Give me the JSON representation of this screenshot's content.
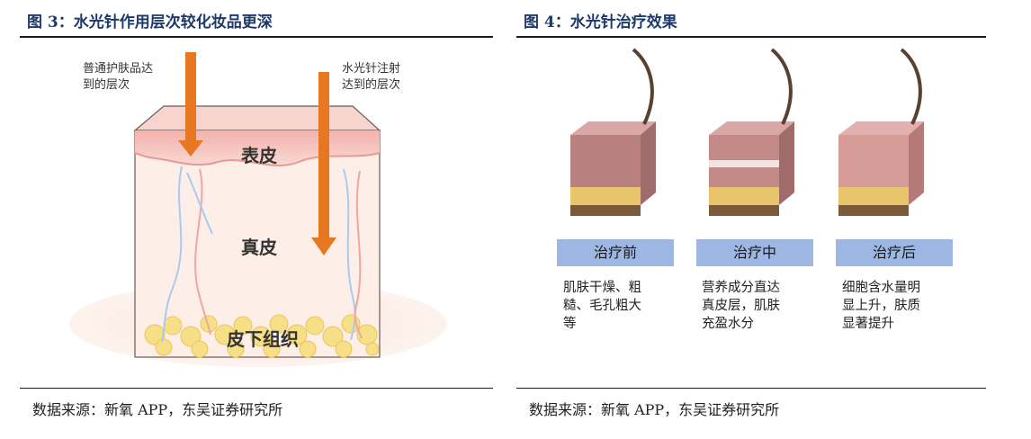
{
  "left": {
    "title": "图 3：水光针作用层次较化妆品更深",
    "diagram": {
      "arrow_cosmetic_line1": "普通护肤品达",
      "arrow_cosmetic_line2": "到的层次",
      "arrow_injection_line1": "水光针注射",
      "arrow_injection_line2": "达到的层次",
      "layer_epidermis": "表皮",
      "layer_dermis": "真皮",
      "layer_subcutaneous": "皮下组织"
    },
    "source": "数据来源：新氧 APP，东吴证券研究所"
  },
  "right": {
    "title": "图 4：水光针治疗效果",
    "stages": [
      {
        "label": "治疗前",
        "desc": [
          "肌肤干燥、粗",
          "糙、毛孔粗大",
          "等"
        ]
      },
      {
        "label": "治疗中",
        "desc": [
          "营养成分直达",
          "真皮层，肌肤",
          "充盈水分"
        ]
      },
      {
        "label": "治疗后",
        "desc": [
          "细胞含水量明",
          "显上升，肤质",
          "显著提升"
        ]
      }
    ],
    "source": "数据来源：新氧 APP，东吴证券研究所"
  },
  "colors": {
    "title": "#1d3a6b",
    "arrow": "#e87722",
    "stage_label_bg": "#9db6e2",
    "skin_pink": "#f6c9c3",
    "fat_yellow": "#f6df86"
  }
}
